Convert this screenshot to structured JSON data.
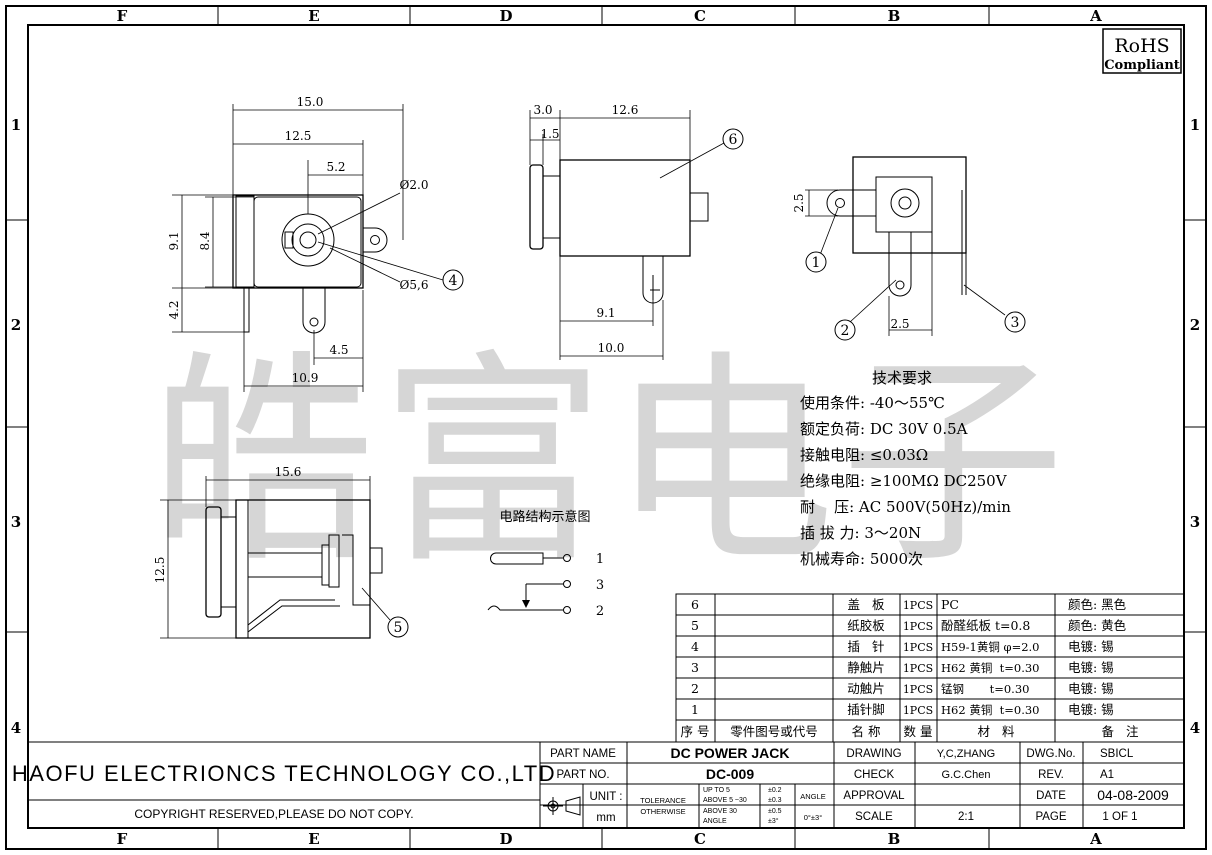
{
  "grid": {
    "columns": [
      "F",
      "E",
      "D",
      "C",
      "B",
      "A"
    ],
    "rows": [
      "1",
      "2",
      "3",
      "4"
    ]
  },
  "rohs": {
    "line1": "RoHS",
    "line2": "Compliant"
  },
  "watermark": "皓富电子",
  "dims": {
    "front": {
      "w150": "15.0",
      "w125": "12.5",
      "w52": "5.2",
      "d20": "Ø2.0",
      "h91": "9.1",
      "h84": "8.4",
      "d56": "Ø5,6",
      "h42": "4.2",
      "w45": "4.5",
      "w109": "10.9"
    },
    "side": {
      "w30": "3.0",
      "w126": "12.6",
      "w15": "1.5",
      "w91": "9.1",
      "w100": "10.0"
    },
    "back": {
      "h25": "2.5",
      "w25": "2.5"
    },
    "bottom": {
      "w156": "15.6",
      "h125": "12.5"
    }
  },
  "balloons": {
    "b1": "1",
    "b2": "2",
    "b3": "3",
    "b4": "4",
    "b5": "5",
    "b6": "6"
  },
  "circuit": {
    "title": "电路结构示意图",
    "p1": "1",
    "p3": "3",
    "p2": "2"
  },
  "specs": {
    "title": "技术要求",
    "lines": [
      "使用条件: -40～55℃",
      "额定负荷: DC 30V 0.5A",
      "接触电阻: ≤0.03Ω",
      "绝缘电阻: ≥100MΩ DC250V",
      "耐    压: AC 500V(50Hz)/min",
      "插 拔 力: 3～20N",
      "机械寿命: 5000次"
    ]
  },
  "bom": {
    "rows": [
      {
        "no": "6",
        "code": "",
        "name": "盖   板",
        "qty": "1PCS",
        "material": "PC",
        "note": "颜色: 黑色"
      },
      {
        "no": "5",
        "code": "",
        "name": "纸胶板",
        "qty": "1PCS",
        "material": "酚醛纸板 t=0.8",
        "note": "颜色: 黄色"
      },
      {
        "no": "4",
        "code": "",
        "name": "插   针",
        "qty": "1PCS",
        "material": "H59-1黄铜 φ=2.0",
        "note": "电镀: 锡"
      },
      {
        "no": "3",
        "code": "",
        "name": "静触片",
        "qty": "1PCS",
        "material": "H62 黄铜  t=0.30",
        "note": "电镀: 锡"
      },
      {
        "no": "2",
        "code": "",
        "name": "动触片",
        "qty": "1PCS",
        "material": "锰钢       t=0.30",
        "note": "电镀: 锡"
      },
      {
        "no": "1",
        "code": "",
        "name": "插针脚",
        "qty": "1PCS",
        "material": "H62 黄铜  t=0.30",
        "note": "电镀: 锡"
      }
    ],
    "header": {
      "no": "序 号",
      "code": "零件图号或代号",
      "name": "名 称",
      "qty": "数 量",
      "material": "材   料",
      "note": "备   注"
    }
  },
  "titleblock": {
    "company": "HAOFU ELECTRIONCS TECHNOLOGY CO.,LTD",
    "copyright": "COPYRIGHT RESERVED,PLEASE DO NOT COPY.",
    "part_name_label": "PART NAME",
    "part_name": "DC POWER JACK",
    "part_no_label": "PART NO.",
    "part_no": "DC-009",
    "unit_label": "UNIT :",
    "unit": "mm",
    "tol_label1": "TOLERANCE",
    "tol_label2": "OTHERWISE",
    "tol1a": "UP TO 5",
    "tol1b": "±0.2",
    "tol2a": "ABOVE 5 ~30",
    "tol2b": "±0.3",
    "tol3a": "ABOVE 30",
    "tol3b": "±0.5",
    "tol4a": "ANGLE",
    "tol4b": "±3°",
    "angle_label": "ANGLE",
    "angle_val": "0°±3°",
    "drawing_label": "DRAWING",
    "drawing": "Y,C,ZHANG",
    "check_label": "CHECK",
    "check": "G.C.Chen",
    "approval_label": "APPROVAL",
    "approval": "",
    "scale_label": "SCALE",
    "scale": "2:1",
    "dwg_label": "DWG.No.",
    "dwg": "SBICL",
    "rev_label": "REV.",
    "rev": "A1",
    "date_label": "DATE",
    "date": "04-08-2009",
    "page_label": "PAGE",
    "page": "1 OF 1"
  }
}
